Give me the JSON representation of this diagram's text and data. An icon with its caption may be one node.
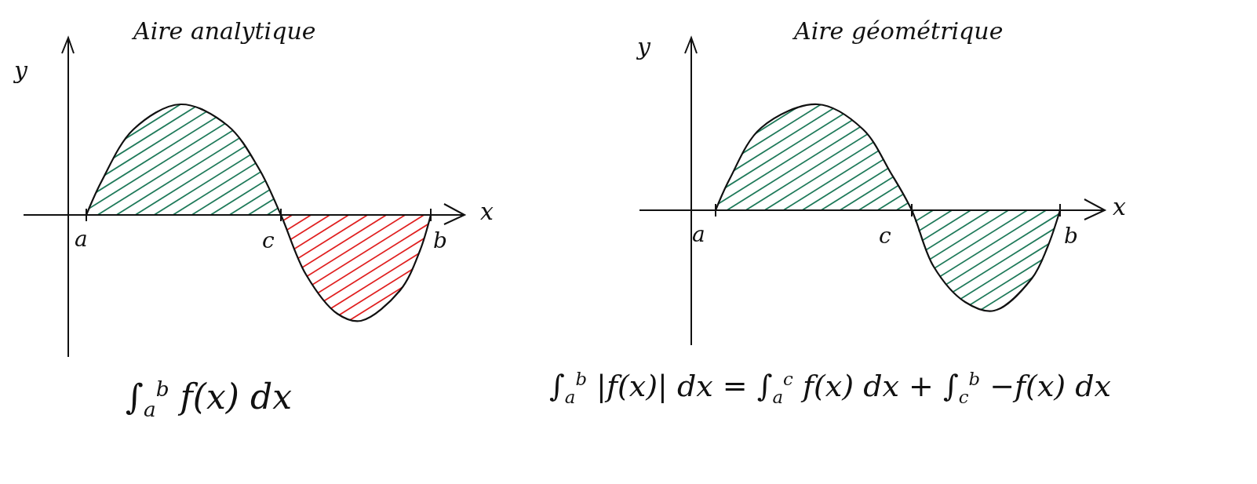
{
  "diagram": {
    "labels": [
      "Aire analytique",
      "y",
      "x",
      "a",
      "c",
      "b",
      "∫$_{a}$$^{b}$ f(x) dx",
      "Aire géométrique",
      "y",
      "x",
      "a",
      "c",
      "b",
      "∫$_{a}$$^{b}$ |f(x)| dx = ∫$_{a}$$^{c}$ f(x) dx + ∫$_{c}$$^{b}$ −f(x) dx"
    ]
  }
}
